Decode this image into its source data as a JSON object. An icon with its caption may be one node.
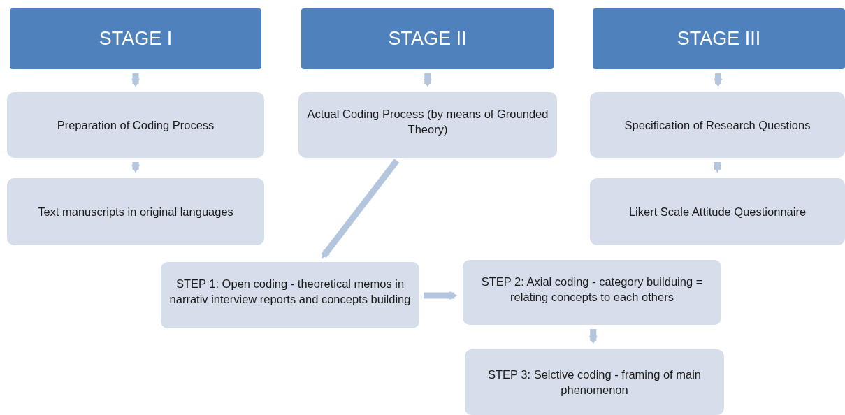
{
  "diagram": {
    "nodes": [
      {
        "text": [
          "STAGE I"
        ]
      },
      {
        "text": [
          "STAGE II"
        ]
      },
      {
        "text": [
          "STAGE III"
        ]
      },
      {
        "text": [
          "Preparation of Coding Process"
        ]
      },
      {
        "text": [
          "Actual Coding Process (by means of Grounded Theory)"
        ]
      },
      {
        "text": [
          "Specification of Research Questions"
        ]
      },
      {
        "text": [
          "Text manuscripts in original languages"
        ]
      },
      {
        "text": [
          "Likert Scale Attitude Questionnaire"
        ]
      },
      {
        "text": [
          "STEP 1: Open coding - theoretical memos in narrativ interview reports and concepts building"
        ]
      },
      {
        "text": [
          "STEP 2: Axial coding - category builduing = relating concepts to each others"
        ]
      },
      {
        "text": [
          "STEP 3: Selctive coding - framing of main phenomenon"
        ]
      }
    ],
    "edges": [
      {
        "from": 0,
        "to": 3,
        "arrow": "to"
      },
      {
        "from": 3,
        "to": 6,
        "arrow": "to"
      },
      {
        "from": 1,
        "to": 4,
        "arrow": "to"
      },
      {
        "from": 2,
        "to": 5,
        "arrow": "to"
      },
      {
        "from": 5,
        "to": 7,
        "arrow": "to"
      },
      {
        "from": 4,
        "to": 8,
        "arrow": "to"
      },
      {
        "from": 8,
        "to": 9,
        "arrow": "to"
      },
      {
        "from": 9,
        "to": 10,
        "arrow": "to"
      }
    ]
  }
}
